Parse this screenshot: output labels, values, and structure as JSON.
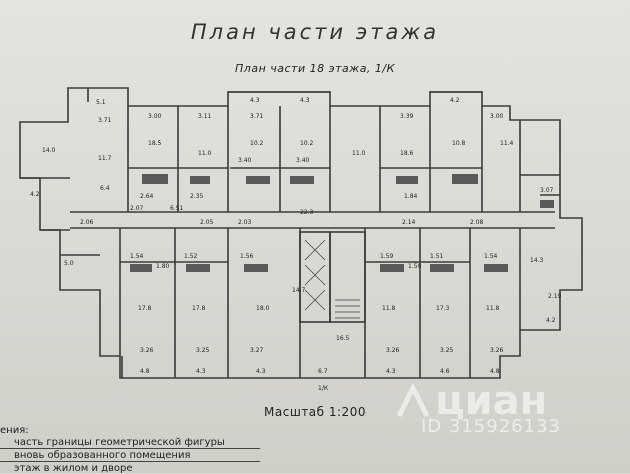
{
  "title": "План части этажа",
  "subtitle": "План части 18 этажа, 1/К",
  "scale_label": "Масштаб 1:200",
  "legend": {
    "heading": "ения:",
    "line1": "часть границы геометрической фигуры",
    "line2": "вновь образованного помещения",
    "line3": "этаж в жилом и дворе"
  },
  "watermark": {
    "brand": "циан",
    "listing_id": "ID 315926133"
  },
  "plan": {
    "north_axis_label": "1/К",
    "top_labels": [
      "5.1",
      "4.3",
      "4.3",
      "4.2"
    ],
    "top_dims": [
      "3.71",
      "3.00",
      "3.11",
      "3.71",
      "3.39",
      "3.00"
    ],
    "upper_rooms": [
      "14.0",
      "11.7",
      "18.5",
      "11.0",
      "10.2",
      "10.2",
      "11.0",
      "18.6",
      "10.8",
      "11.4"
    ],
    "upper_small": [
      "4.2",
      "6.4",
      "3.40",
      "3.40",
      "2.64",
      "2.35",
      "1.84",
      "3.07"
    ],
    "corridor": [
      "2.06",
      "2.07",
      "6.51",
      "2.05",
      "2.03",
      "22.3",
      "2.14",
      "2.08"
    ],
    "lower_rooms": [
      "17.8",
      "17.8",
      "18.0",
      "14.7",
      "11.8",
      "17.3",
      "11.8",
      "14.3"
    ],
    "lower_small": [
      "1.54",
      "1.80",
      "1.52",
      "1.56",
      "1.59",
      "1.50",
      "1.51",
      "1.54"
    ],
    "lower_dims": [
      "3.26",
      "3.25",
      "3.27",
      "3.26",
      "3.25",
      "3.26"
    ],
    "balcony_labels": [
      "4.8",
      "4.3",
      "4.3",
      "6.7",
      "4.3",
      "4.6",
      "4.8"
    ],
    "side_labels": [
      "5.0",
      "4.2",
      "2.19"
    ],
    "core_label": "16.5"
  },
  "colors": {
    "ink": "#3a3a3a",
    "paper": "#e0e0da",
    "fixture": "#5a5a5a"
  }
}
